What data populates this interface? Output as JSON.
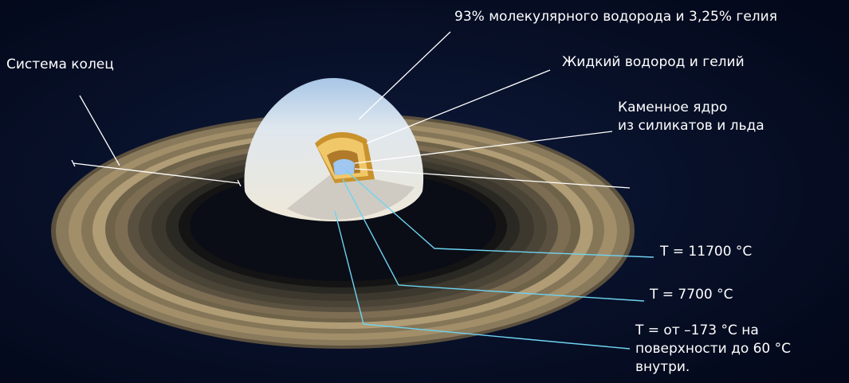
{
  "labels": {
    "ring_system": "Система колец",
    "atmosphere": "93% молекулярного водорода и 3,25% гелия",
    "liquid_layer": "Жидкий водород и гелий",
    "core_line1": "Каменное ядро",
    "core_line2": "из силикатов и льда",
    "temp_core": "T = 11700 °C",
    "temp_mid": "T = 7700 °C",
    "temp_surface_line1": "T = от –173 °C на",
    "temp_surface_line2": "поверхности до 60 °C",
    "temp_surface_line3": "внутри."
  },
  "colors": {
    "background": "#050b1e",
    "pointer_white": "#ffffff",
    "pointer_cyan": "#6fd3f2",
    "ring_base": "#8a7a5c",
    "core": "#9fc7ef",
    "liquid_layer": "#c9922d",
    "atmosphere": "#e6ecf0"
  }
}
